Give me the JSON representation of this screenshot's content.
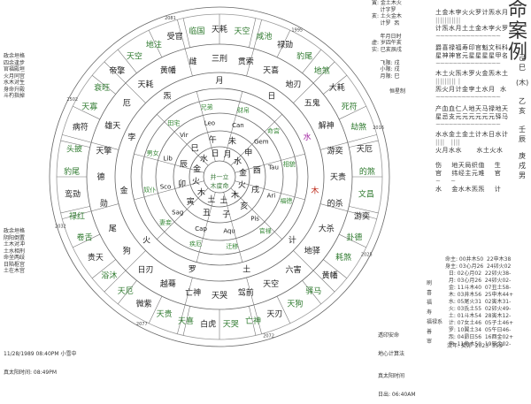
{
  "title": {
    "chars": [
      "命",
      "案",
      "例"
    ]
  },
  "left_notes": {
    "upper": [
      "政余垣格",
      "四余逢步",
      "官福殿垣",
      "火月同宫",
      "水木对生",
      "身命升殿",
      "斗杓指掉"
    ],
    "lower": [
      "政余垣格",
      "阴阳倒置",
      "土木对冲",
      "土水相刑",
      "命坐两歧",
      "日陷枢宫",
      "土在木宫"
    ]
  },
  "top_info": {
    "lines": [
      "寅: 金土木火",
      "     计字罗",
      "亥: 土火金木",
      "     计罗  炁",
      "",
      "     年月日时",
      "虚: 岁四午亥",
      "实: 巳亥辰戌",
      "",
      "     飞限: 戌",
      "     小限: 戌",
      "     月限: 巳"
    ],
    "maker": "恒星制"
  },
  "right_panel": {
    "row1_top": "土金木孛火火罗计炁水月",
    "row1_bot": "计炁水月土土金木孛火罗",
    "row2_top": "爵喜禄福寿印官魁文科科",
    "row2_bot": "星神神官元星星星星甲名",
    "row3_top": "木土火炁木罗火金炁木土",
    "row3_bot": "炁火月计金孛土水月  水",
    "row4_top": "产血血仁人地天马禄地天",
    "row4_bot": "星忌支元元元元元元驿马",
    "row5_top": "水水金土金土计木日水计",
    "row5_bot": "火月水水      水土火水",
    "row6_top": "伤    地天局织值    生",
    "row6_bot": "官    纬经主元难    官",
    "row7": "水    金水木炁炁    计",
    "pillars": [
      "己巳",
      "(木)",
      "乙亥",
      "壬辰",
      "庚戌",
      "男"
    ]
  },
  "planet_table": {
    "rows": [
      {
        "k": "命主",
        "a": "00井木50",
        "b": "22申木38"
      },
      {
        "k": "身主",
        "a": "03心月26",
        "b": "24卯火02"
      },
      {
        "k": "日",
        "a": "02心月02",
        "b": "22卯火38-"
      },
      {
        "k": "月",
        "a": "03心月26",
        "b": "24卯火02-"
      },
      {
        "k": "金",
        "a": "11斗木40",
        "b": "07丑土58-"
      },
      {
        "k": "木",
        "a": "03井木56",
        "b": "25申木44+"
      },
      {
        "k": "水",
        "a": "05尾火31",
        "b": "02寅木31-"
      },
      {
        "k": "火",
        "a": "03氐土55",
        "b": "02卯火49-"
      },
      {
        "k": "土",
        "a": "01斗木54",
        "b": "28寅木12-"
      },
      {
        "k": "计",
        "a": "07女土46",
        "b": "05子土46+"
      },
      {
        "k": "罗",
        "a": "10翼土34",
        "b": "05午日46-"
      },
      {
        "k": "炁",
        "a": "04昴日56",
        "b": "16酉金02+"
      },
      {
        "k": "孛",
        "a": "11角木50",
        "b": "19辰金02-"
      }
    ],
    "left_labels": [
      "刷",
      "喜",
      "福",
      "寿",
      "福禄系",
      "善",
      "审"
    ],
    "flags": [
      "逆",
      "留"
    ],
    "age_line": "流年: 癸卯  2023  35岁"
  },
  "footer": {
    "datetime": "11/28/1989 08:40PM 小雪中",
    "true_solar": "真太阳时间: 08:49PM",
    "center_note1": "透印安命",
    "center_note2": "地心计算法",
    "sun_time_label": "真太阳时间",
    "sunrise": "日出: 06:40AM"
  },
  "wheel": {
    "center": [
      "井一立",
      "木度命"
    ],
    "signs": [
      "Leo",
      "Can",
      "Gem",
      "Tau",
      "Ari",
      "Pis",
      "Aqu",
      "Cap",
      "Sag",
      "Sco",
      "Lib",
      "Vir"
    ],
    "branches": [
      "午",
      "未",
      "申",
      "酉",
      "戌",
      "亥",
      "子",
      "丑",
      "寅",
      "卯",
      "辰",
      "巳"
    ],
    "branch_planets": [
      "日",
      "月",
      "水",
      "金",
      "火",
      "木",
      "土",
      "土",
      "木",
      "火",
      "金",
      "水"
    ],
    "palaces": [
      "兄弟",
      "财帛",
      "命宫",
      "相貌",
      "福德",
      "官禄",
      "迁移",
      "疾厄",
      "妻妾",
      "奴仆",
      "男女",
      "田宅"
    ],
    "ring_planets": [
      "月",
      "日",
      "水",
      "木",
      "计",
      "土",
      "罗",
      "火",
      "金",
      "孛",
      "炁"
    ],
    "years": [
      "2081",
      "1995",
      "2016",
      "2025",
      "2072",
      "2077",
      "2032",
      "2502"
    ],
    "outer_stars": [
      "天耗",
      "天空",
      "咸池",
      "禄勋",
      "豹尾",
      "地煞",
      "大耗",
      "死符",
      "劫煞",
      "天厄",
      "的煞",
      "文昌",
      "游奕",
      "卦德",
      "耗煞",
      "黄幡",
      "驿马",
      "天狗",
      "天刃",
      "亡神",
      "天哭",
      "白虎",
      "天喜",
      "天贵",
      "微紫",
      "天厄",
      "浴沐",
      "贵天",
      "卷舌",
      "禄红",
      "鸾勋",
      "豹尾",
      "头披",
      "病符",
      "天寡",
      "衰旺",
      "帝擎",
      "天空",
      "地注",
      "受官",
      "临国"
    ],
    "mid_stars": [
      "三刑",
      "贯索",
      "天喜",
      "地刃",
      "五鬼",
      "解神",
      "游奕",
      "天贵",
      "的杀",
      "大杀",
      "地驿",
      "六害",
      "天空",
      "驾前",
      "天哭",
      "亡神",
      "越蓦",
      "日刃",
      "狗",
      "尾",
      "勋",
      "德",
      "天擎",
      "雄天",
      "厄",
      "天耗",
      "黄幡",
      "雌"
    ]
  }
}
